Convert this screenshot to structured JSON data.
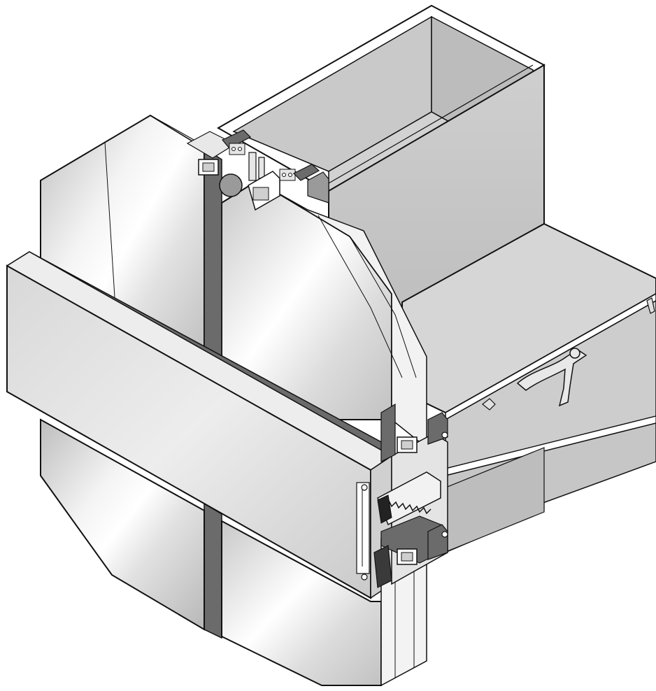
{
  "colors": {
    "outline": "#111111",
    "aluminum_light": "#e6e6e6",
    "aluminum_mid": "#cfcfcf",
    "aluminum_dark": "#b4b4b4",
    "gasket": "#6b6b6b",
    "glass_base": "#d9d9d9",
    "glass_highlight": "#ffffff",
    "background": "#ffffff"
  },
  "parts": [
    {
      "id": "mullion-box",
      "label_visible": false
    },
    {
      "id": "transom-shelf",
      "label_visible": false
    },
    {
      "id": "pressure-plate-horizontal",
      "label_visible": false
    },
    {
      "id": "glass-panel-upper-left",
      "label_visible": false
    },
    {
      "id": "glass-panel-upper-right",
      "label_visible": false
    },
    {
      "id": "glass-panel-lower-left",
      "label_visible": false
    },
    {
      "id": "glass-panel-lower-right",
      "label_visible": false
    },
    {
      "id": "vertical-gasket-joint",
      "label_visible": false
    },
    {
      "id": "horizontal-gasket-joint",
      "label_visible": false
    }
  ]
}
